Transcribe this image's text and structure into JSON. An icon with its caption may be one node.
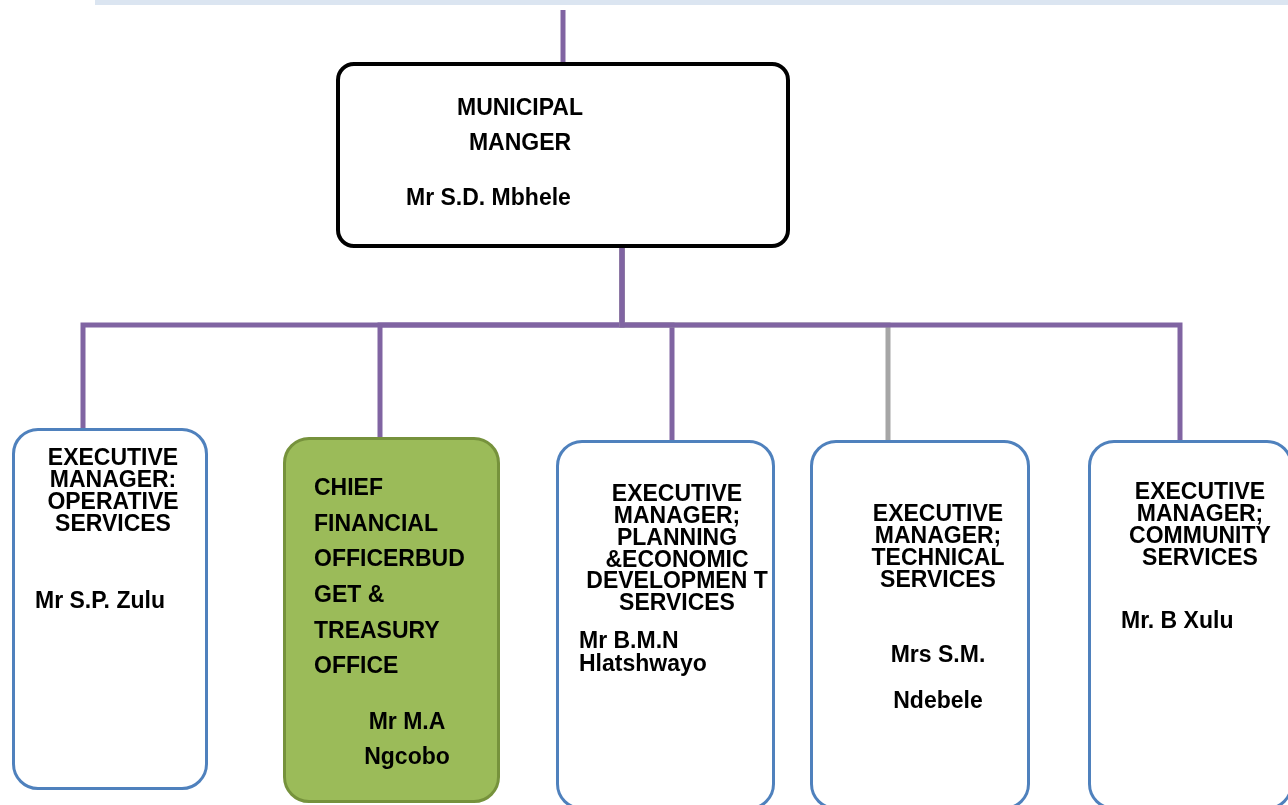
{
  "diagram": {
    "nodes": [
      {
        "text": [
          "MUNICIPAL MANGER",
          "Mr S.D. Mbhele"
        ]
      },
      {
        "text": [
          "EXECUTIVE MANAGER: OPERATIVE SERVICES",
          "Mr S.P. Zulu"
        ]
      },
      {
        "text": [
          "CHIEF FINANCIAL OFFICERBUD GET & TREASURY OFFICE",
          "Mr M.A Ngcobo"
        ]
      },
      {
        "text": [
          "EXECUTIVE MANAGER; PLANNING &ECONOMIC DEVELOPMEN T SERVICES",
          "Mr B.M.N Hlatshwayo"
        ]
      },
      {
        "text": [
          "EXECUTIVE MANAGER; TECHNICAL SERVICES",
          "Mrs S.M. Ndebele"
        ]
      },
      {
        "text": [
          "EXECUTIVE MANAGER; COMMUNITY SERVICES",
          "Mr. B Xulu"
        ]
      }
    ],
    "edges": [
      {
        "from": null,
        "to": 0,
        "arrow": "none"
      },
      {
        "from": 0,
        "to": 1,
        "arrow": "none"
      },
      {
        "from": 0,
        "to": 2,
        "arrow": "none"
      },
      {
        "from": 0,
        "to": 3,
        "arrow": "none"
      },
      {
        "from": 0,
        "to": 4,
        "arrow": "none",
        "color": "#a6a6a6"
      },
      {
        "from": 0,
        "to": 5,
        "arrow": "none"
      }
    ]
  }
}
